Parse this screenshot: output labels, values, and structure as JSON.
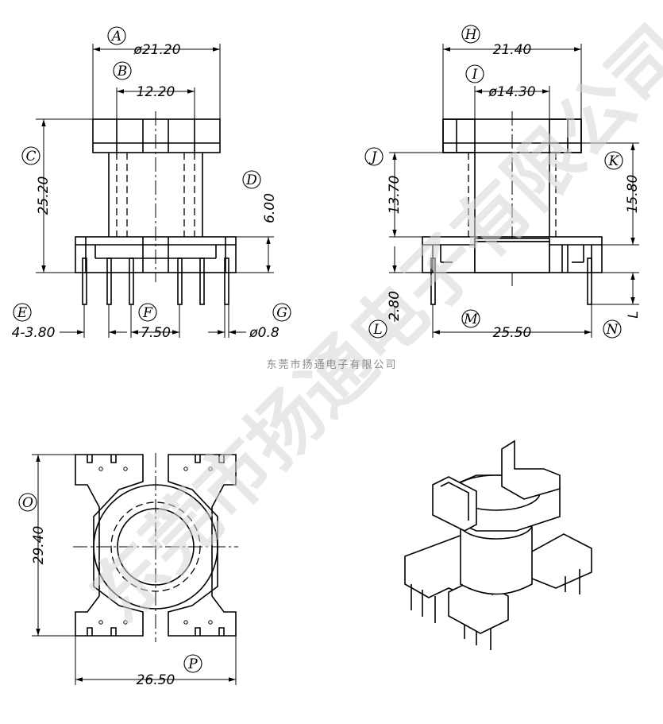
{
  "company_name": "东莞市扬通电子有限公司",
  "watermark": "东莞市扬通电子有限公司",
  "labels": {
    "A": "A",
    "B": "B",
    "C": "C",
    "D": "D",
    "E": "E",
    "F": "F",
    "G": "G",
    "H": "H",
    "I": "I",
    "J": "J",
    "K": "K",
    "L": "L",
    "M": "M",
    "N": "N",
    "O": "O",
    "P": "P"
  },
  "dimensions": {
    "A": "ø21.20",
    "B": "12.20",
    "C": "25.20",
    "D": "6.00",
    "E": "4-3.80",
    "F": "7.50",
    "G": "ø0.8",
    "H": "21.40",
    "I": "ø14.30",
    "J": "13.70",
    "K": "15.80",
    "L": "2.80",
    "M": "25.50",
    "N": "L",
    "O": "29.40",
    "P": "26.50"
  }
}
